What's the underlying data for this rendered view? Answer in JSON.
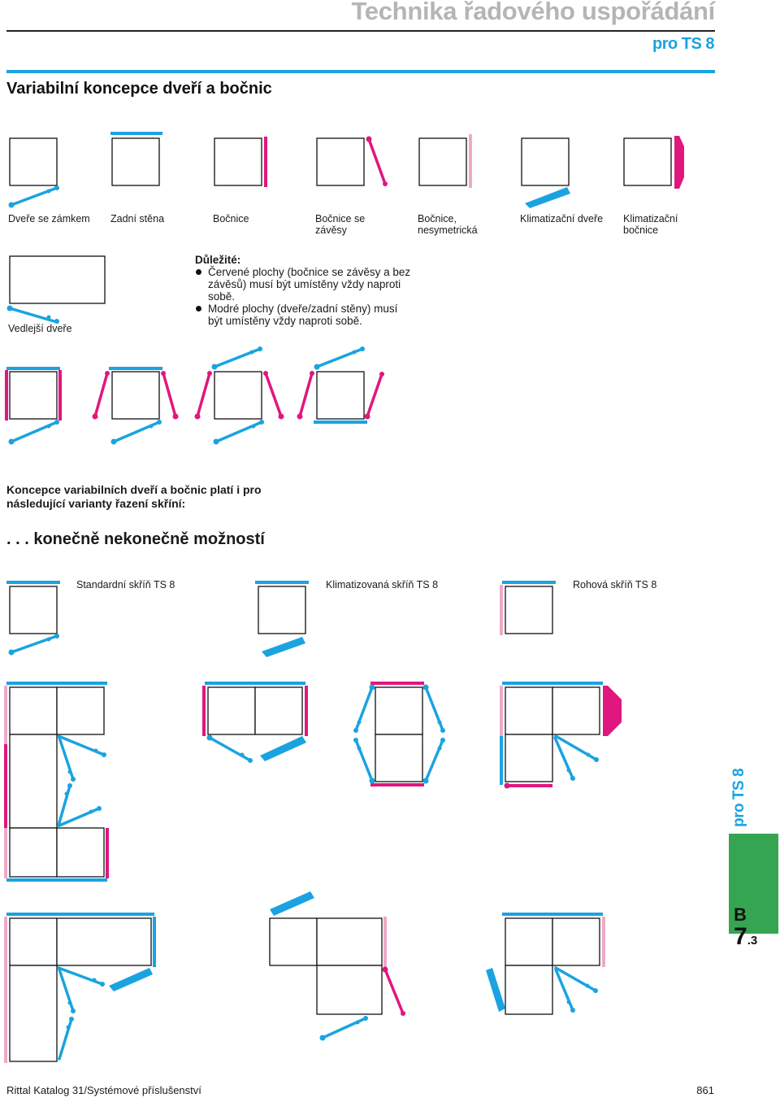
{
  "header": {
    "title": "Technika řadového uspořádání",
    "product": "pro TS 8"
  },
  "section_title": "Variabilní koncepce dveří a bočnic",
  "legend": [
    {
      "label": "Dveře se zámkem",
      "icon": "locked-door-icon"
    },
    {
      "label": "Zadní stěna",
      "icon": "rear-panel-icon"
    },
    {
      "label": "Bočnice",
      "icon": "side-panel-icon"
    },
    {
      "label": "Bočnice se závěsy",
      "icon": "hinged-side-panel-icon"
    },
    {
      "label": "Bočnice, nesymetrická",
      "icon": "asymmetric-side-panel-icon"
    },
    {
      "label": "Klimatizační dveře",
      "icon": "climate-door-icon"
    },
    {
      "label": "Klimatizační bočnice",
      "icon": "climate-side-panel-icon"
    }
  ],
  "secondary_door": {
    "label": "Vedlejší dveře"
  },
  "note": {
    "heading": "Důležité:",
    "items": [
      "Červené plochy (bočnice se závěsy a bez závěsů) musí být umístěny vždy naproti sobě.",
      "Modré plochy (dveře/zadní stěny) musí být umístěny vždy naproti sobě."
    ]
  },
  "concept": "Koncepce variabilních dveří a bočnic platí i pro následující varianty řazení skříní:",
  "endless": ". . . konečně nekonečně možností",
  "variants": [
    "Standardní skříň TS 8",
    "Klimatizovaná skříň TS 8",
    "Rohová skříň TS 8"
  ],
  "side_tab": {
    "product": "pro TS 8",
    "letter": "B",
    "number": "7",
    "sub": ".3"
  },
  "footer": {
    "left": "Rittal Katalog 31/Systémové příslušenství",
    "page": "861"
  },
  "colors": {
    "blue": "#1aa3e0",
    "magenta": "#e0177f",
    "pink": "#eeaac8",
    "grey_title": "#b5b5b5",
    "green_tab": "#36a552"
  }
}
